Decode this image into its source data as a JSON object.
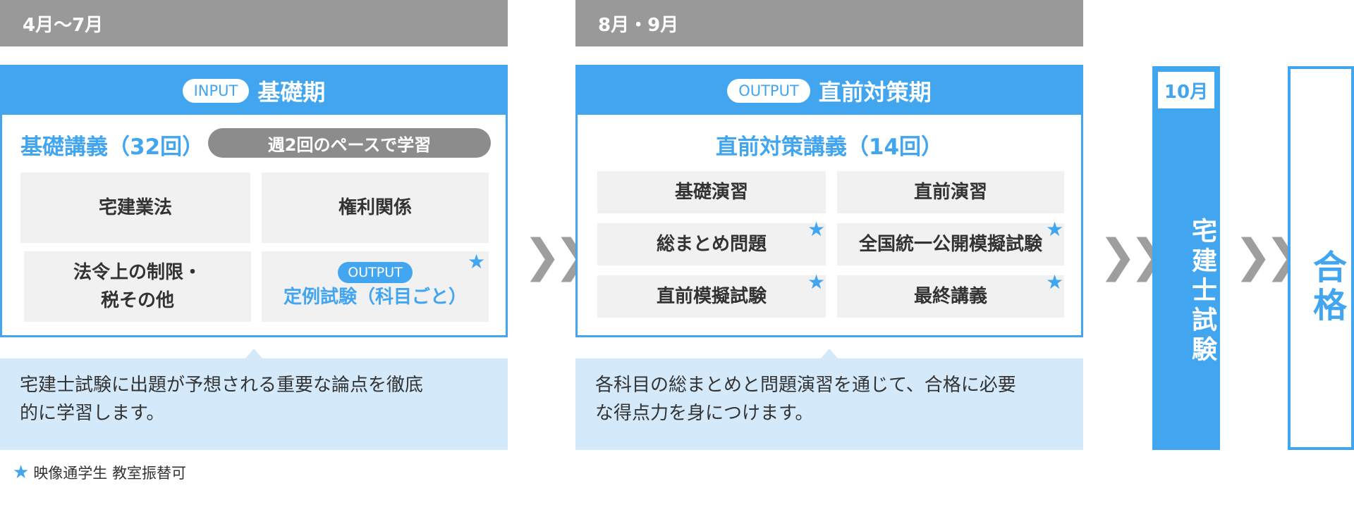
{
  "phase1": {
    "period": "4月〜7月",
    "tag": "INPUT",
    "title": "基礎期",
    "course": "基礎講義（32回）",
    "pace": "週2回のペースで学習",
    "boxes": [
      "宅建業法",
      "権利関係",
      "法令上の制限・",
      "税その他"
    ],
    "output_tag": "OUTPUT",
    "output_text": "定例試験（科目ごと）",
    "description": [
      "宅建士試験に出題が予想される重要な論点を徹底",
      "的に学習します。"
    ]
  },
  "phase2": {
    "period": "8月・9月",
    "tag": "OUTPUT",
    "title": "直前対策期",
    "course": "直前対策講義（14回）",
    "boxes": [
      "基礎演習",
      "直前演習",
      "総まとめ問題",
      "全国統一公開模擬試験",
      "直前模擬試験",
      "最終講義"
    ],
    "description": [
      "各科目の総まとめと問題演習を通じて、合格に必要",
      "な得点力を身につけます。"
    ]
  },
  "exam": {
    "month": "10月",
    "title": "宅建士試験"
  },
  "result": {
    "title": "合格"
  },
  "legend": {
    "star": "★",
    "text": "映像通学生 教室振替可"
  },
  "colors": {
    "accent": "#42a5f0",
    "gray_bar": "#999999",
    "box_bg": "#f1f1f1",
    "desc_bg": "#d4e9fa"
  }
}
